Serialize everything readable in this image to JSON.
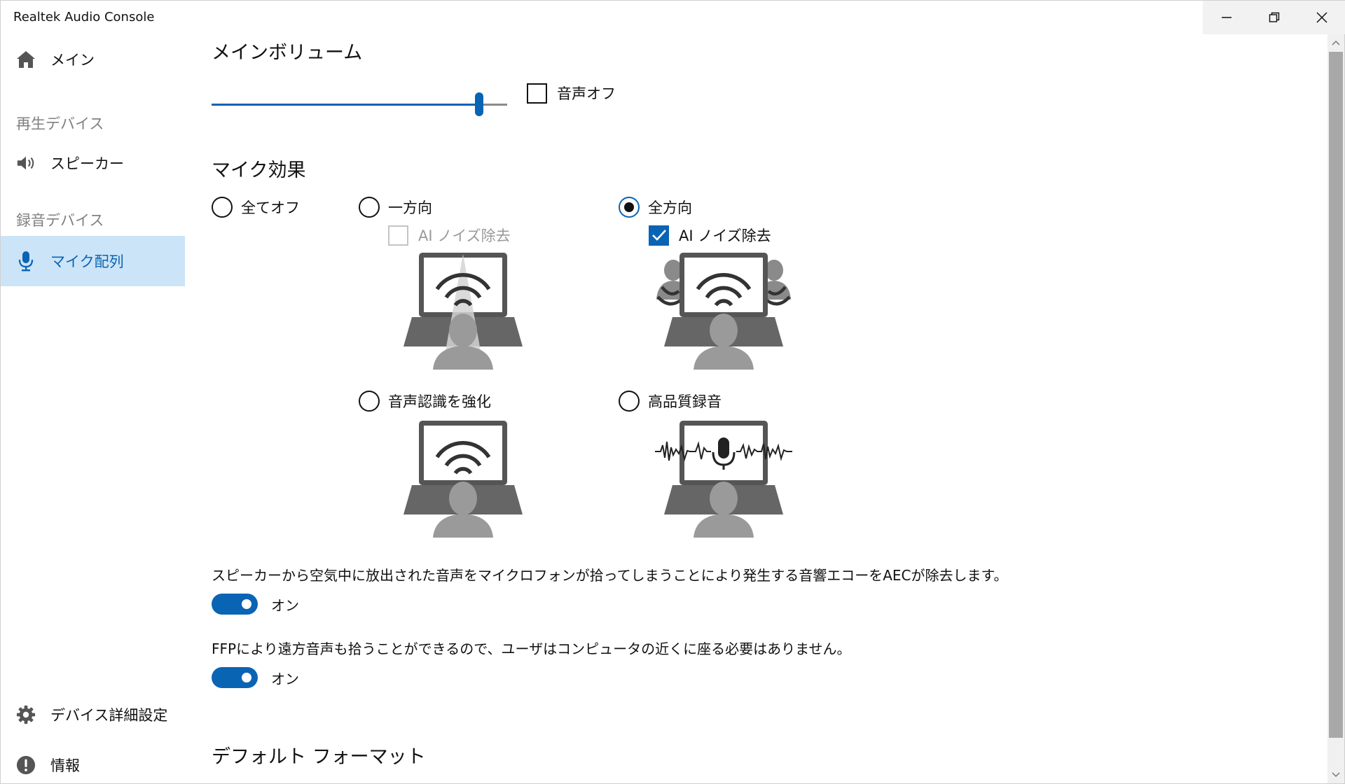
{
  "window": {
    "title": "Realtek Audio Console"
  },
  "sidebar": {
    "main_label": "メイン",
    "playback_group": "再生デバイス",
    "speaker_label": "スピーカー",
    "recording_group": "録音デバイス",
    "mic_array_label": "マイク配列",
    "advanced_settings_label": "デバイス詳細設定",
    "info_label": "情報"
  },
  "main_volume": {
    "heading": "メインボリューム",
    "slider_level_percent": 90,
    "mute_label": "音声オフ",
    "mute_checked": false
  },
  "mic_effects": {
    "heading": "マイク効果",
    "options": {
      "all_off": "全てオフ",
      "directional": "一方向",
      "omni": "全方向",
      "speech_recognition": "音声認識を強化",
      "high_quality": "高品質録音"
    },
    "selected": "omni",
    "ai_noise_directional": {
      "label": "AI ノイズ除去",
      "checked": false,
      "enabled": false
    },
    "ai_noise_omni": {
      "label": "AI ノイズ除去",
      "checked": true,
      "enabled": true
    }
  },
  "aec": {
    "description": "スピーカーから空気中に放出された音声をマイクロフォンが拾ってしまうことにより発生する音響エコーをAECが除去します。",
    "toggle_label": "オン",
    "on": true
  },
  "ffp": {
    "description": "FFPにより遠方音声も拾うことができるので、ユーザはコンピュータの近くに座る必要はありません。",
    "toggle_label": "オン",
    "on": true
  },
  "default_format": {
    "heading": "デフォルト フォーマット"
  },
  "colors": {
    "accent": "#0a64b4",
    "selection": "#cce4f7"
  }
}
